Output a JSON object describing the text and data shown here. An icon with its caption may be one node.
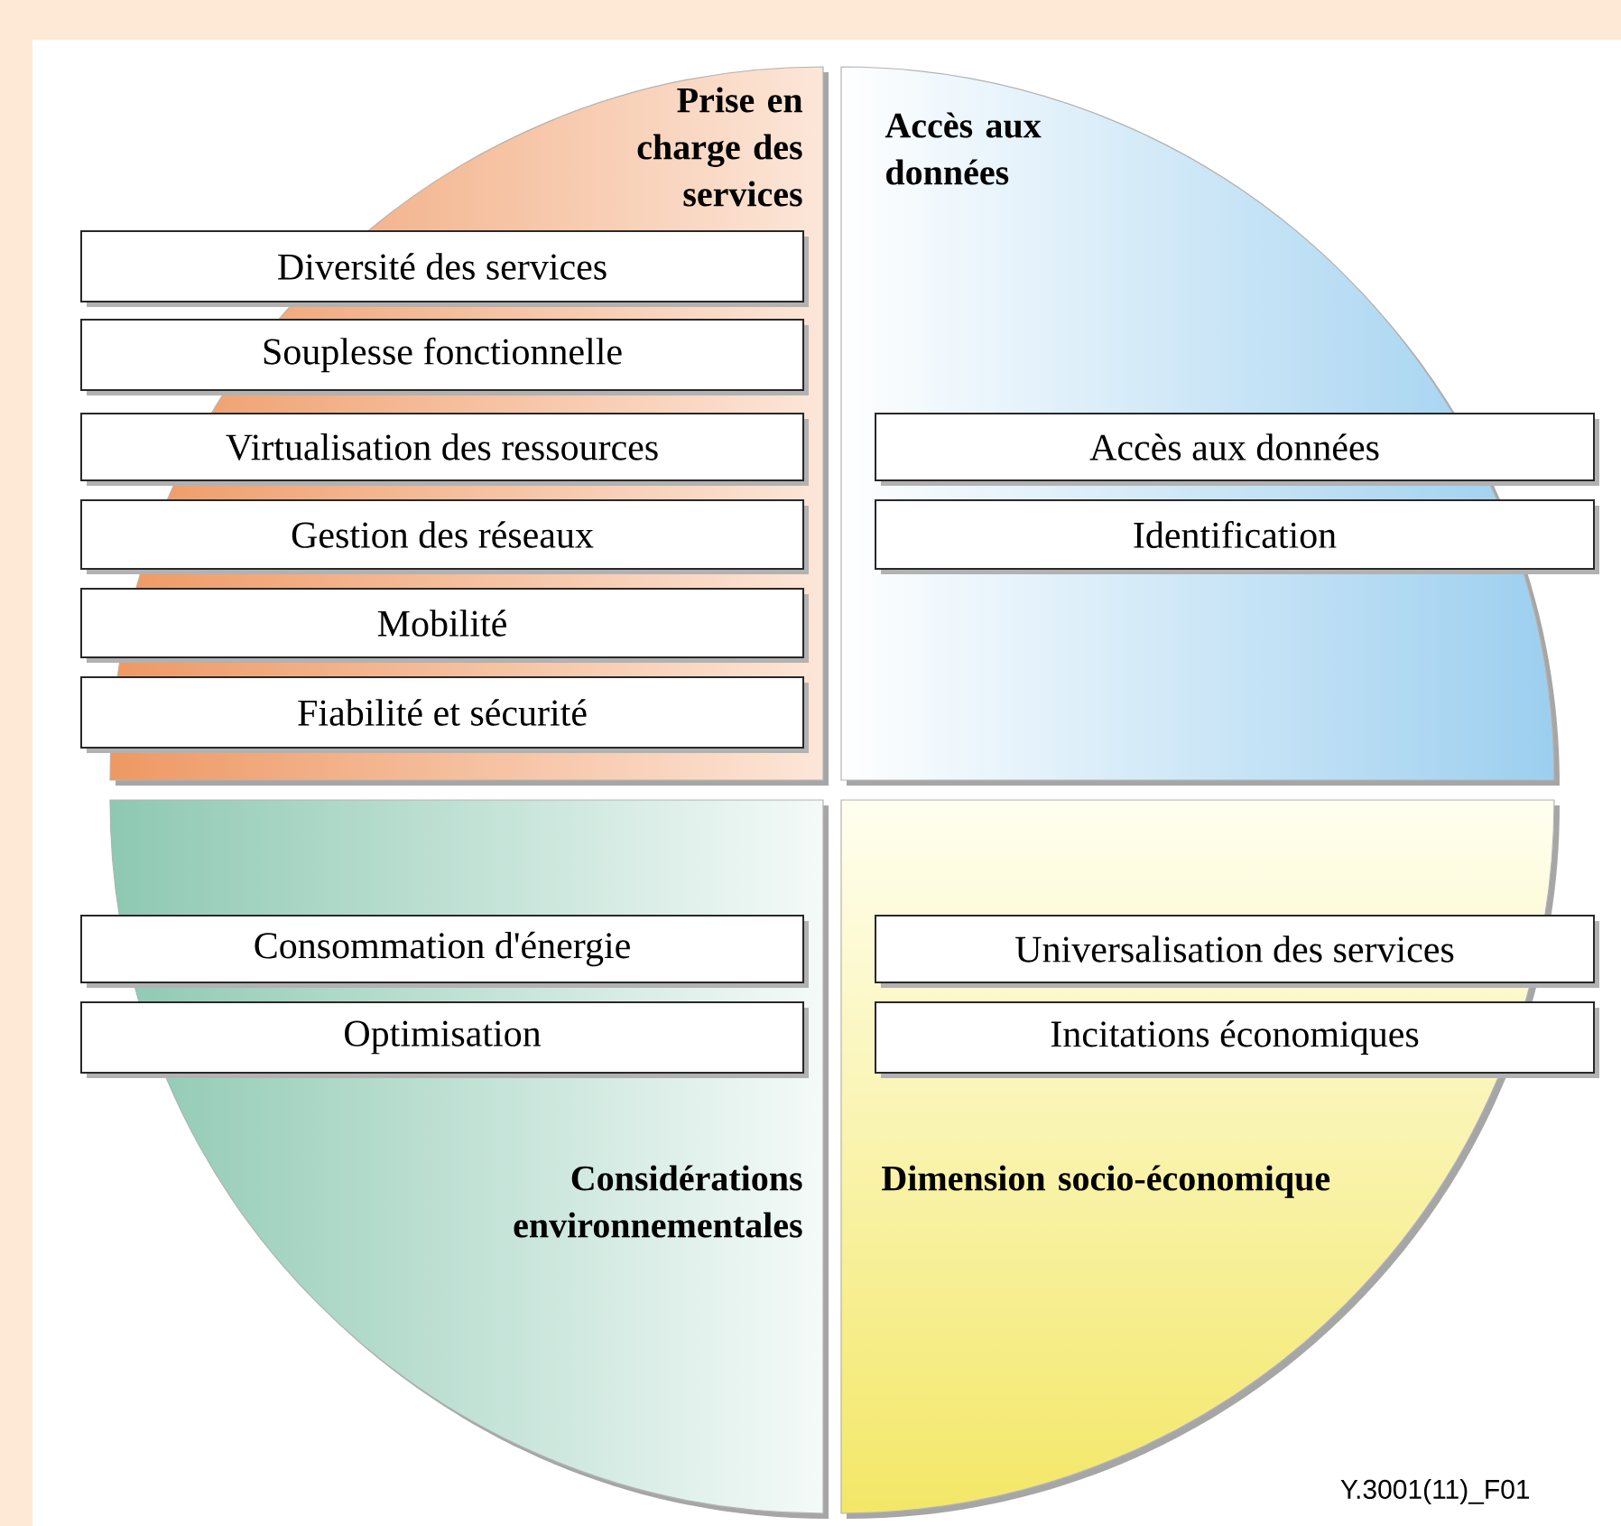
{
  "diagram": {
    "nodes": [
      {
        "text": [
          "Prise en charge des services"
        ]
      },
      {
        "text": [
          "Diversité des services"
        ],
        "in": 0
      },
      {
        "text": [
          "Souplesse fonctionnelle"
        ],
        "in": 0
      },
      {
        "text": [
          "Virtualisation des ressources"
        ],
        "in": 0
      },
      {
        "text": [
          "Gestion des réseaux"
        ],
        "in": 0
      },
      {
        "text": [
          "Mobilité"
        ],
        "in": 0
      },
      {
        "text": [
          "Fiabilité et sécurité"
        ],
        "in": 0
      },
      {
        "text": [
          "Accès aux données"
        ]
      },
      {
        "text": [
          "Accès aux données"
        ],
        "in": 7
      },
      {
        "text": [
          "Identification"
        ],
        "in": 7
      },
      {
        "text": [
          "Considérations environnementales"
        ]
      },
      {
        "text": [
          "Consommation d'énergie"
        ],
        "in": 10
      },
      {
        "text": [
          "Optimisation"
        ],
        "in": 10
      },
      {
        "text": [
          "Dimension socio-économique"
        ]
      },
      {
        "text": [
          "Universalisation des services"
        ],
        "in": 13
      },
      {
        "text": [
          "Incitations économiques"
        ],
        "in": 13
      }
    ],
    "labels": [
      "Y.3001(11)_F01"
    ]
  }
}
